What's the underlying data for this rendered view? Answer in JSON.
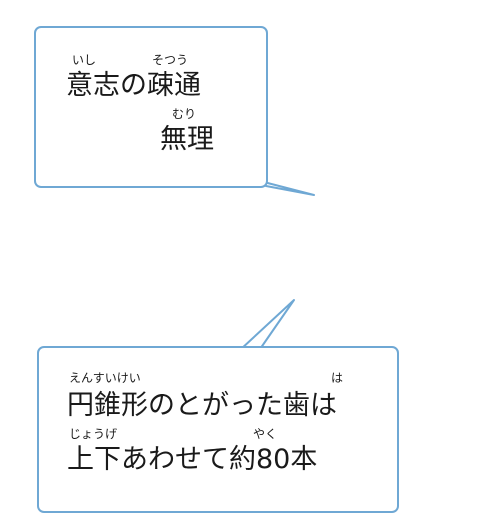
{
  "bubble_top": {
    "line1": {
      "text": "意志の疎通",
      "ruby_a": "いし",
      "ruby_b": "そつう"
    },
    "line2": {
      "text": "無理",
      "ruby": "むり"
    }
  },
  "bubble_bottom": {
    "line1": {
      "text": "円錐形のとがった歯は",
      "ruby_a": "えんすいけい",
      "ruby_b": "は"
    },
    "line2": {
      "text": "上下あわせて約80本",
      "ruby_a": "じょうげ",
      "ruby_b": "やく"
    }
  },
  "colors": {
    "bubble_border": "#6fa8d4",
    "bubble_fill": "#ffffff",
    "text": "#1a1a1a"
  }
}
